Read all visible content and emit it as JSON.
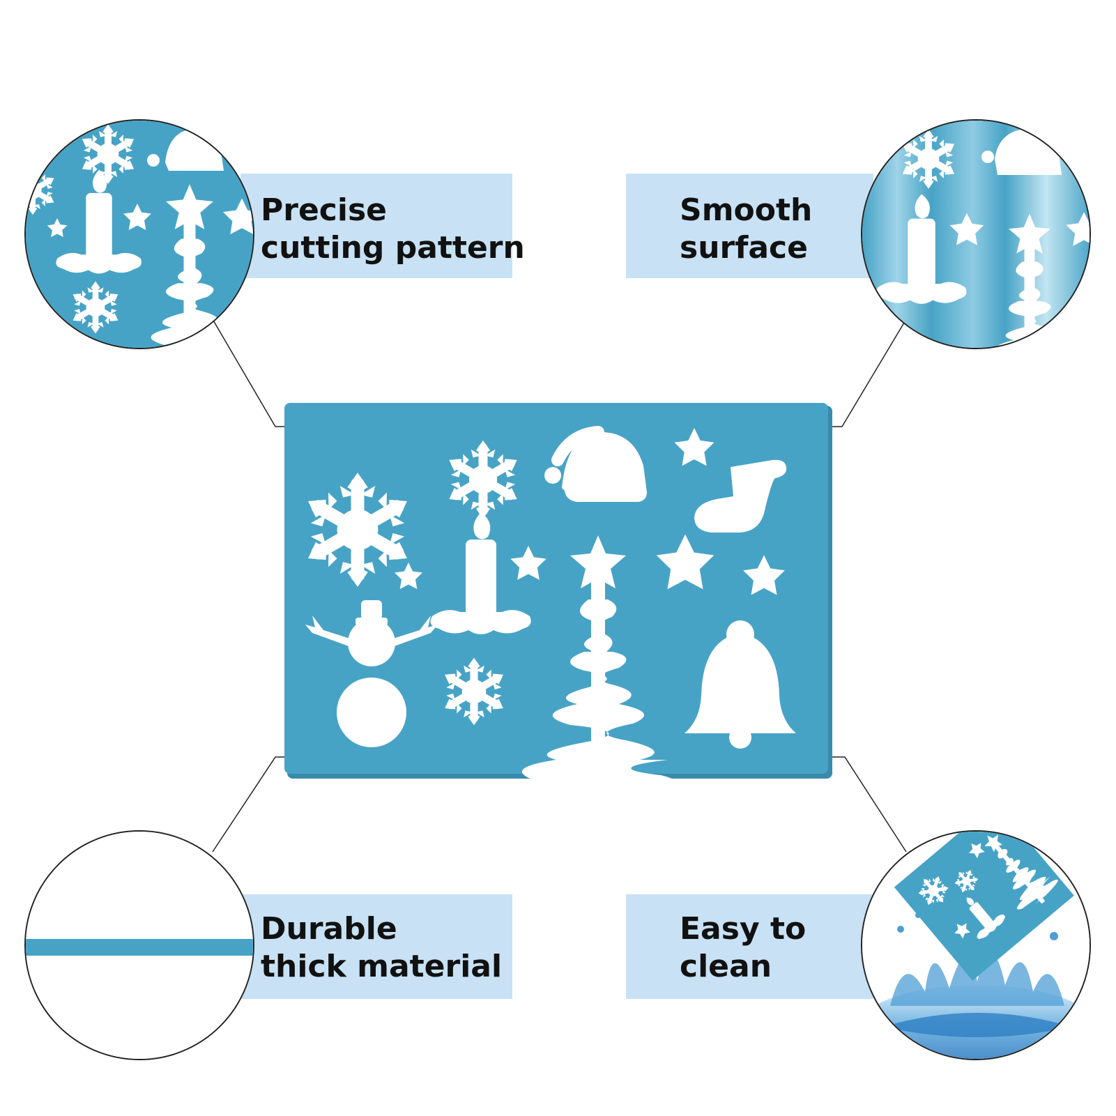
{
  "features": [
    {
      "id": "top-left",
      "text": "Precise\ncutting pattern"
    },
    {
      "id": "top-right",
      "text": "Smooth\nsurface"
    },
    {
      "id": "bottom-left",
      "text": "Durable\nthick material"
    },
    {
      "id": "bottom-right",
      "text": "Easy to\nclean"
    }
  ],
  "colors": {
    "stencil": "#47a3c6",
    "stencil_edge": "#3a8bab",
    "banner": "#c8e1f4",
    "cutout": "#ffffff",
    "water": "#3f8fd0"
  },
  "stencil_shapes": [
    "snowflake",
    "snowflake",
    "santa-hat",
    "star",
    "stocking",
    "candle",
    "star",
    "christmas-tree",
    "star",
    "star",
    "star",
    "snowman",
    "snowflake",
    "bell"
  ]
}
